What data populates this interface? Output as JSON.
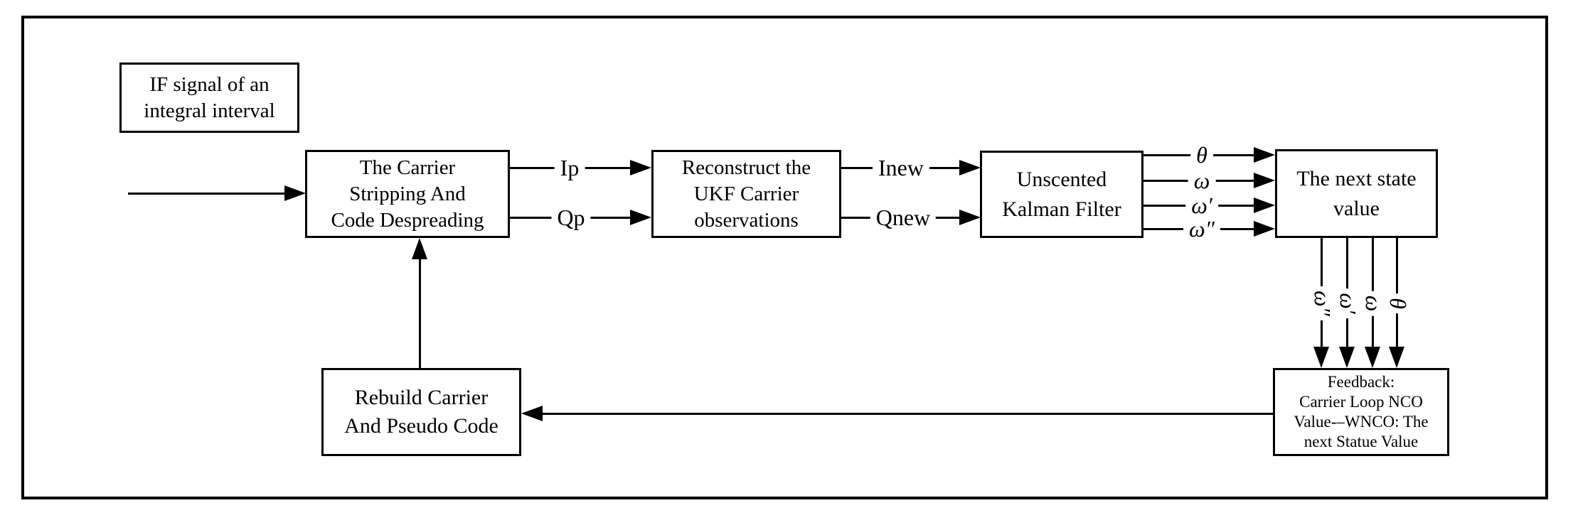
{
  "colors": {
    "ink": "#000000",
    "paper": "#ffffff"
  },
  "boxes": {
    "if_signal": {
      "lines": [
        "IF signal of an",
        "integral interval"
      ]
    },
    "carrier_stripping": {
      "lines": [
        "The Carrier",
        "Stripping And",
        "Code Despreading"
      ]
    },
    "reconstruct": {
      "lines": [
        "Reconstruct the",
        "UKF Carrier",
        "observations"
      ]
    },
    "ukf": {
      "lines": [
        "Unscented",
        "Kalman Filter"
      ]
    },
    "next_state": {
      "lines": [
        "The next state",
        "value"
      ]
    },
    "rebuild": {
      "lines": [
        "Rebuild Carrier",
        "And Pseudo Code"
      ]
    },
    "feedback": {
      "lines": [
        "Feedback:",
        "Carrier Loop NCO",
        "Value-–WNCO: The",
        "next Statue Value"
      ]
    }
  },
  "signals": {
    "ip": "Ip",
    "qp": "Qp",
    "inew": "Inew",
    "qnew": "Qnew",
    "theta": "θ",
    "omega": "ω",
    "omega_prime": "ω′",
    "omega_double_prime": "ω″",
    "fb_omega_double_prime": "ω″",
    "fb_omega_prime": "ω′",
    "fb_omega": "ω",
    "fb_theta": "θ"
  }
}
